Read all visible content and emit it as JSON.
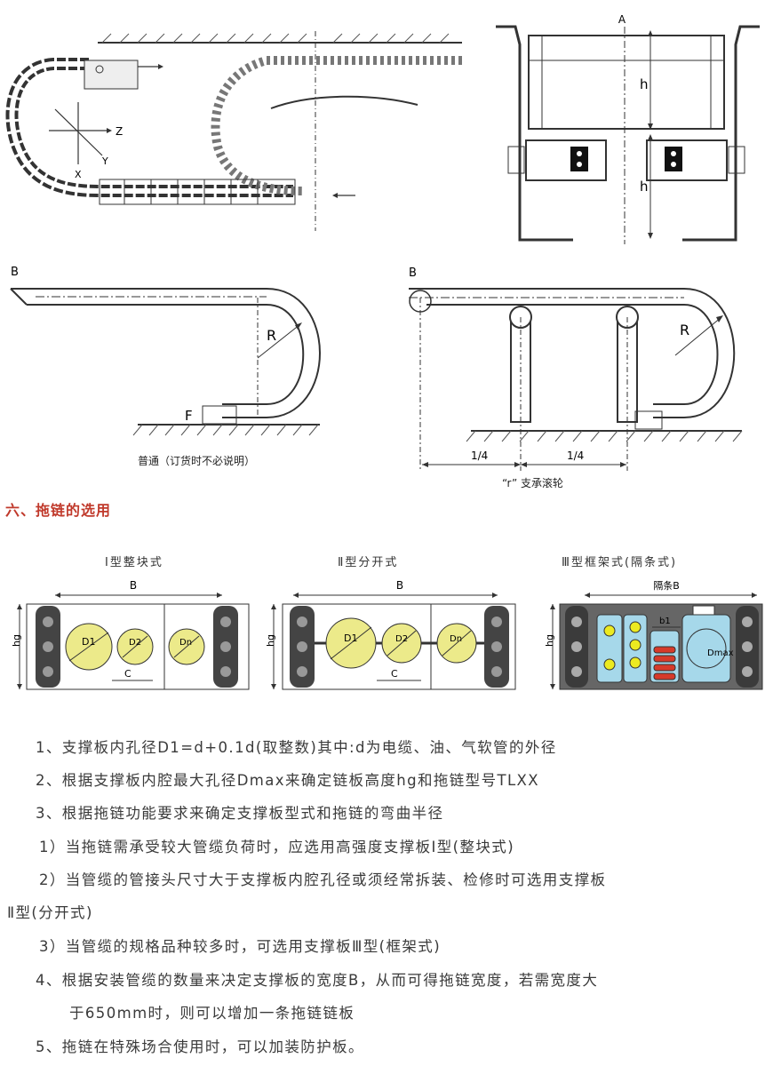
{
  "fig_top": {
    "axis_z": "Z",
    "axis_y": "Y",
    "axis_x": "X",
    "label_a": "A",
    "label_h1": "h",
    "label_h2": "h"
  },
  "fig_mid": {
    "left_b": "B",
    "left_r": "R",
    "left_f": "F",
    "left_caption": "普通（订货时不必说明）",
    "right_b": "B",
    "right_r": "R",
    "quarter_1": "1/4",
    "quarter_2": "1/4",
    "right_caption": "“r” 支承滚轮"
  },
  "section": {
    "title": "六、拖链的选用"
  },
  "types": [
    {
      "caption": "Ⅰ型整块式",
      "b": "B",
      "hg": "hg",
      "c": "C",
      "d1": "D1",
      "d2": "D2",
      "dn": "Dn"
    },
    {
      "caption": "Ⅱ型分开式",
      "b": "B",
      "hg": "hg",
      "c": "C",
      "d1": "D1",
      "d2": "D2",
      "dn": "Dn"
    },
    {
      "caption": "Ⅲ型框架式(隔条式)",
      "b": "隔条B",
      "hg": "hg",
      "b1": "b1",
      "dmax": "Dmax"
    }
  ],
  "notes": [
    "1、支撑板内孔径D1=d+0.1d(取整数)其中:d为电缆、油、气软管的外径",
    "2、根据支撑板内腔最大孔径Dmax来确定链板高度hg和拖链型号TLXX",
    "3、根据拖链功能要求来确定支撑板型式和拖链的弯曲半径",
    "1）当拖链需承受较大管缆负荷时，应选用高强度支撑板Ⅰ型(整块式)",
    "2）当管缆的管接头尺寸大于支撑板内腔孔径或须经常拆装、检修时可选用支撑板",
    "Ⅱ型(分开式)",
    "3）当管缆的规格品种较多时，可选用支撑板Ⅲ型(框架式)",
    "4、根据安装管缆的数量来决定支撑板的宽度B，从而可得拖链宽度，若需宽度大",
    "于650mm时，则可以增加一条拖链链板",
    "5、拖链在特殊场合使用时，可以加装防护板。"
  ]
}
